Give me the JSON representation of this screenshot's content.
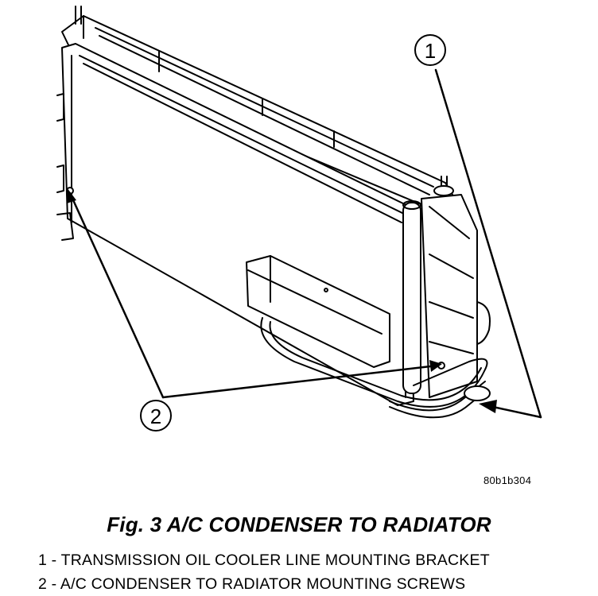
{
  "callouts": [
    {
      "number": "1"
    },
    {
      "number": "2"
    }
  ],
  "image_code": "80b1b304",
  "figure_title": "Fig. 3 A/C CONDENSER TO RADIATOR",
  "legend": [
    {
      "text": "1 - TRANSMISSION OIL COOLER LINE MOUNTING BRACKET"
    },
    {
      "text": "2 - A/C CONDENSER TO RADIATOR MOUNTING SCREWS"
    }
  ]
}
